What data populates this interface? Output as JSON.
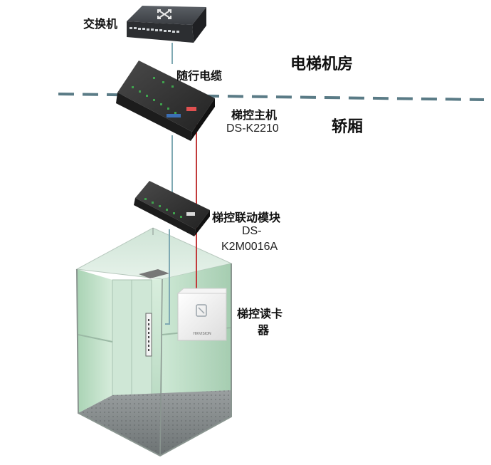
{
  "zones": {
    "upper": "电梯机房",
    "lower": "轿厢"
  },
  "devices": {
    "switch": {
      "label": "交换机"
    },
    "cable": {
      "label": "随行电缆"
    },
    "main_controller": {
      "label": "梯控主机",
      "model": "DS-K2210"
    },
    "linkage_module": {
      "label": "梯控联动模块",
      "model_line1": "DS-",
      "model_line2": "K2M0016A"
    },
    "card_reader": {
      "label_line1": "梯控读卡",
      "label_line2": "器",
      "brand": "HIKVISION"
    }
  },
  "colors": {
    "network_cable": "#7fa9b3",
    "power_cable": "#c23a3a",
    "divider": "#5a7b86",
    "device_body": "#2a2a2a",
    "elevator_glass": "#b8dcc4",
    "elevator_frame": "#8a9590"
  }
}
